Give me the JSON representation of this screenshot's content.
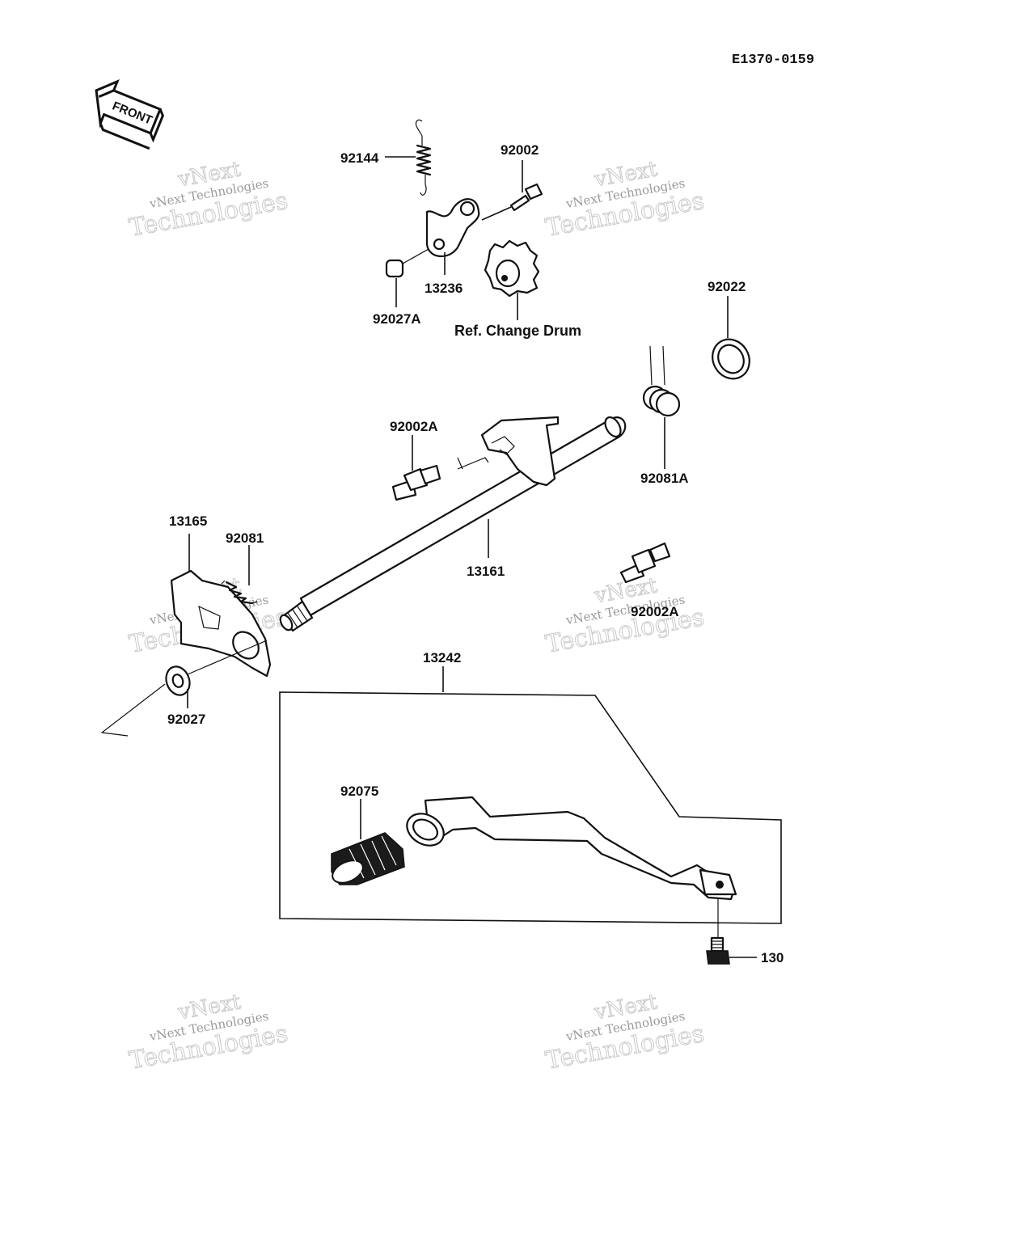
{
  "diagram_code": "E1370-0159",
  "front_arrow_label": "FRONT",
  "watermark": {
    "line1": "vNext Technologies",
    "line2": "vNext",
    "line3": "Technologies"
  },
  "parts": [
    {
      "id": "p92144",
      "label": "92144"
    },
    {
      "id": "p92002",
      "label": "92002"
    },
    {
      "id": "p13236",
      "label": "13236"
    },
    {
      "id": "p92027A",
      "label": "92027A"
    },
    {
      "id": "pRefDrum",
      "label": "Ref. Change Drum"
    },
    {
      "id": "p92022",
      "label": "92022"
    },
    {
      "id": "p92002A_top",
      "label": "92002A"
    },
    {
      "id": "p92081A",
      "label": "92081A"
    },
    {
      "id": "p13165",
      "label": "13165"
    },
    {
      "id": "p92081",
      "label": "92081"
    },
    {
      "id": "p13161",
      "label": "13161"
    },
    {
      "id": "p92002A_right",
      "label": "92002A"
    },
    {
      "id": "p13242",
      "label": "13242"
    },
    {
      "id": "p92027",
      "label": "92027"
    },
    {
      "id": "p92075",
      "label": "92075"
    },
    {
      "id": "p130",
      "label": "130"
    }
  ]
}
